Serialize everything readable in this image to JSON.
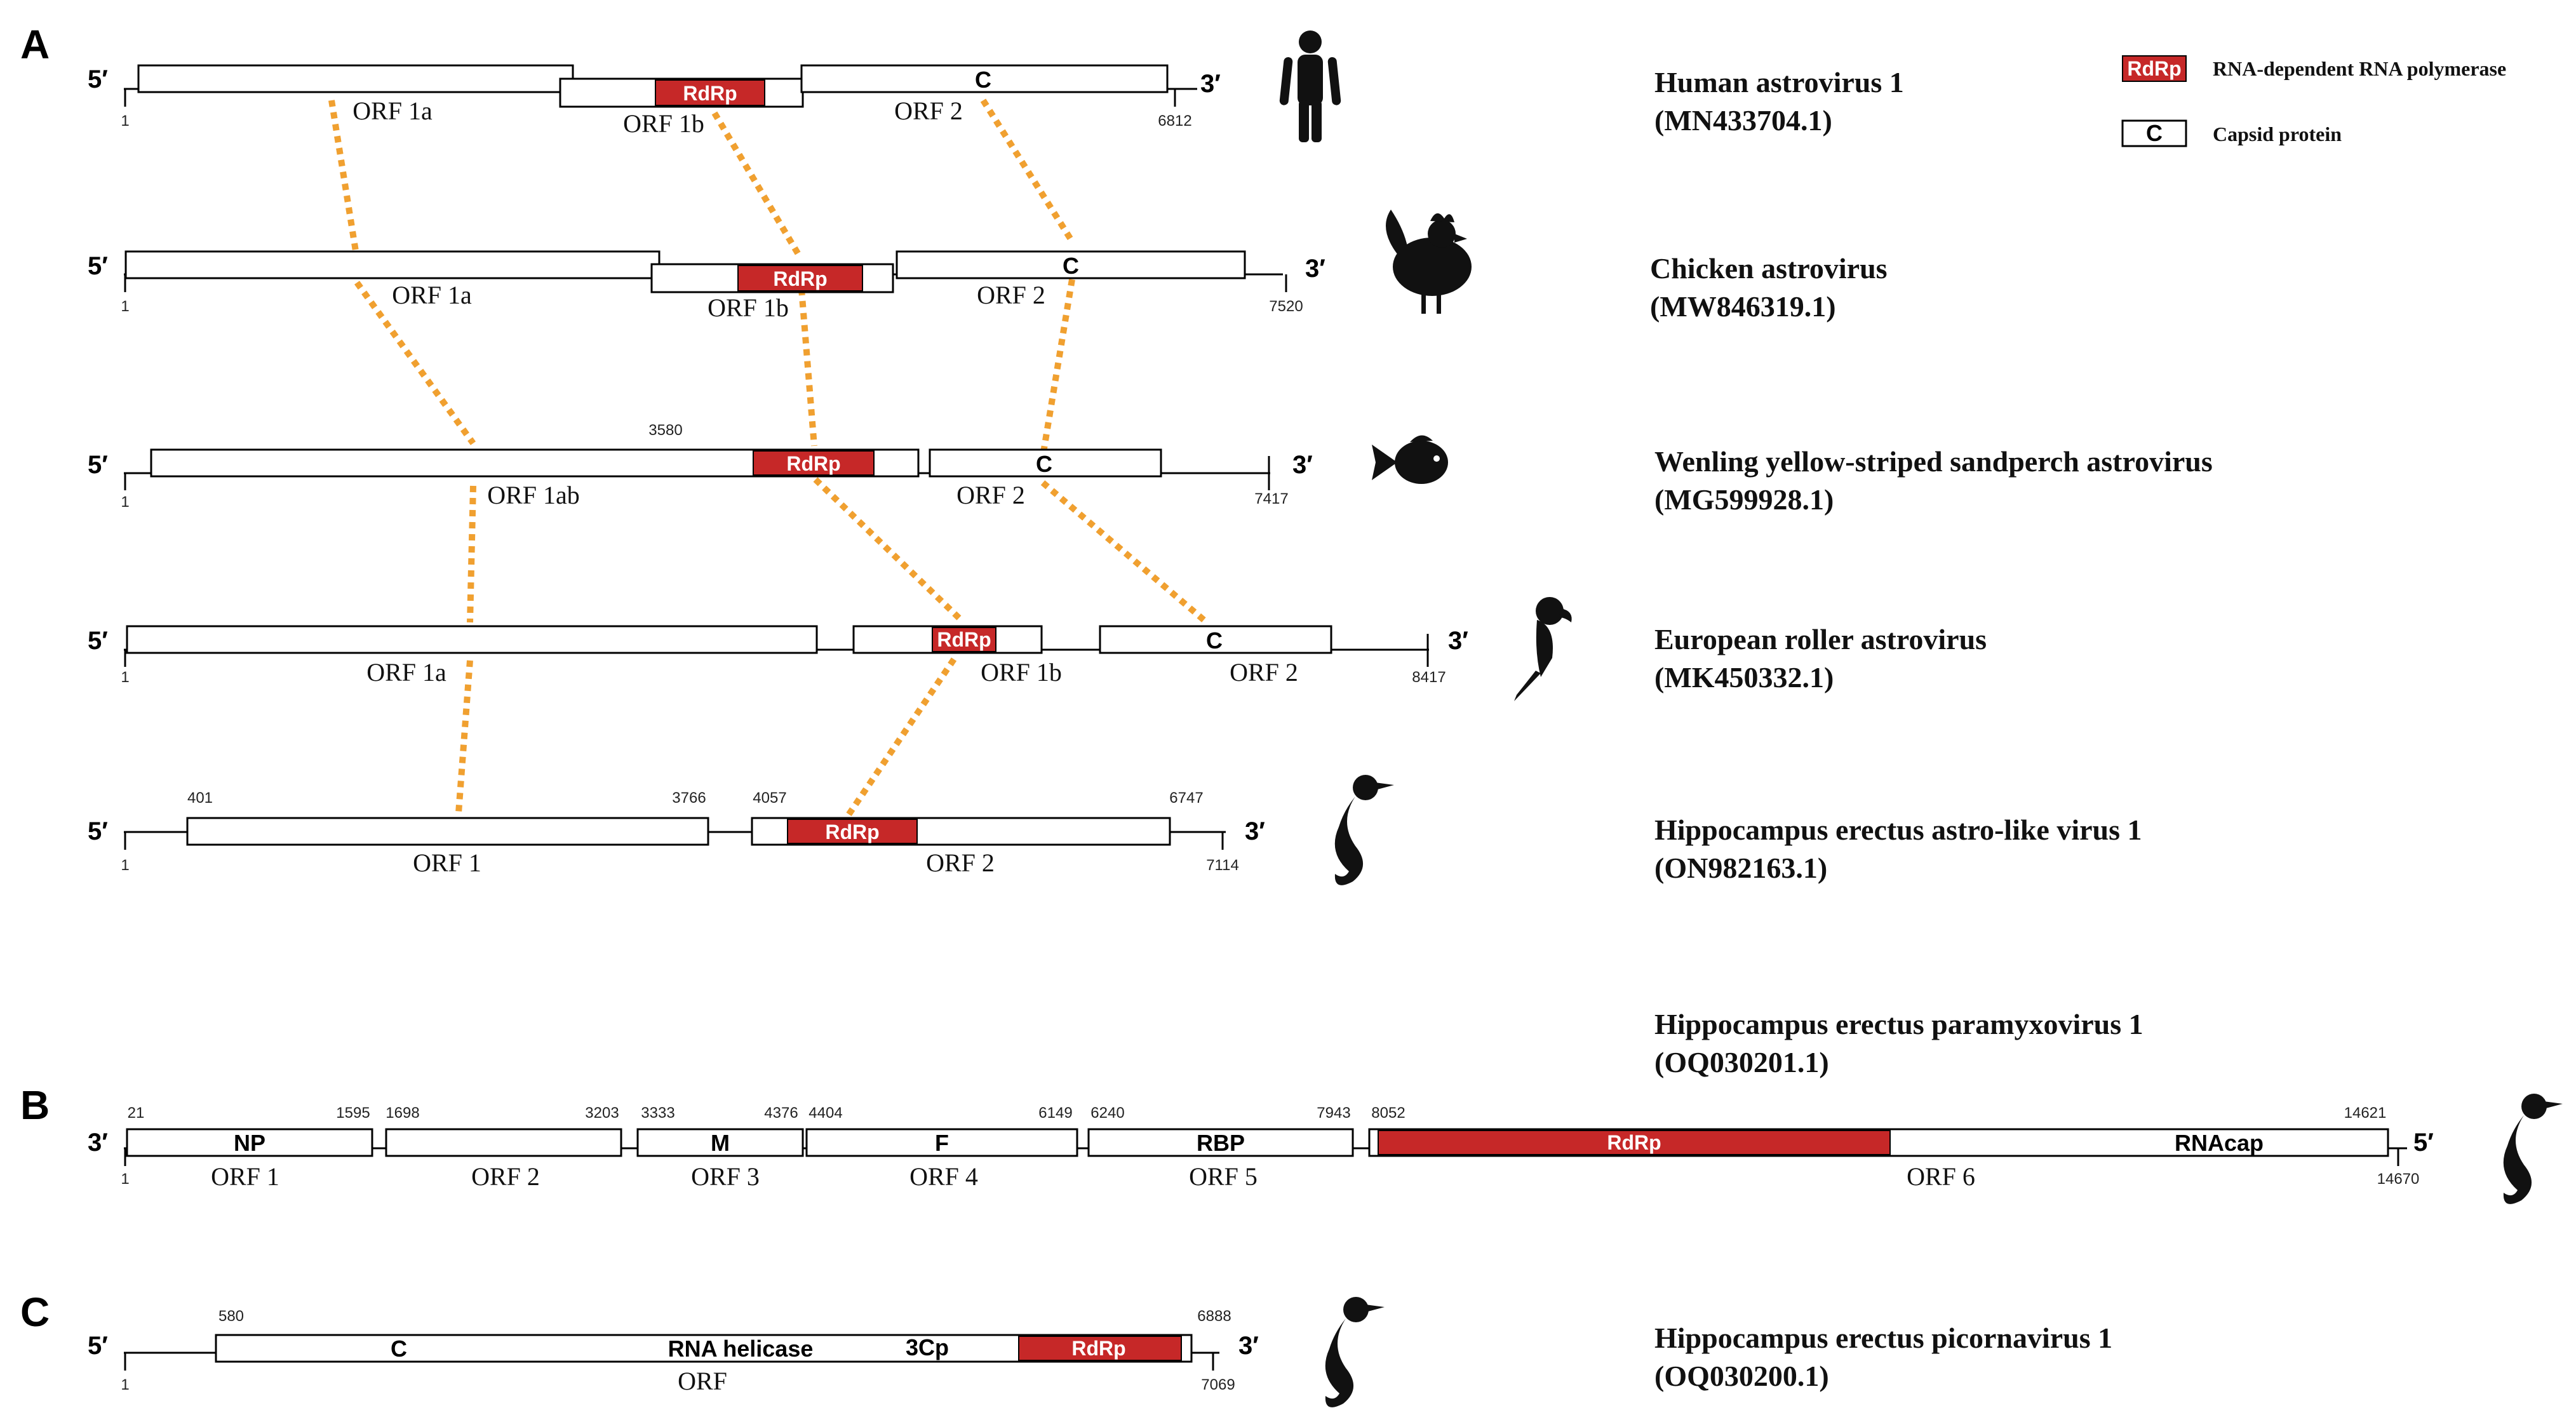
{
  "panels": {
    "a": "A",
    "b": "B",
    "c": "C"
  },
  "legend": {
    "rdrp_box_label": "RdRp",
    "rdrp_text": "RNA-dependent RNA polymerase",
    "capsid_box_label": "C",
    "capsid_text": "Capsid protein"
  },
  "icons": [
    "human-icon",
    "chicken-icon",
    "fish-icon",
    "parrot-icon",
    "seahorse-icon"
  ],
  "colors": {
    "rdrp": "#c62828",
    "link": "#f0a030"
  },
  "genomes": [
    {
      "id": "human",
      "name": "Human astrovirus 1",
      "accession": "(MN433704.1)",
      "end5": "5′",
      "end3": "3′",
      "start_label": "1",
      "end_label": "6812",
      "orf_labels": [
        "ORF 1a",
        "ORF 1b",
        "ORF 2"
      ],
      "domain_labels": {
        "rdrp": "RdRp",
        "capsid": "C"
      },
      "position_labels": []
    },
    {
      "id": "chicken",
      "name": "Chicken astrovirus",
      "accession": "(MW846319.1)",
      "end5": "5′",
      "end3": "3′",
      "start_label": "1",
      "end_label": "7520",
      "orf_labels": [
        "ORF 1a",
        "ORF 1b",
        "ORF 2"
      ],
      "domain_labels": {
        "rdrp": "RdRp",
        "capsid": "C"
      },
      "position_labels": []
    },
    {
      "id": "sandperch",
      "name": "Wenling yellow-striped sandperch astrovirus",
      "accession": "(MG599928.1)",
      "end5": "5′",
      "end3": "3′",
      "start_label": "1",
      "end_label": "7417",
      "orf_labels": [
        "ORF 1ab",
        "ORF 2"
      ],
      "domain_labels": {
        "rdrp": "RdRp",
        "capsid": "C"
      },
      "position_labels": [
        "3580"
      ]
    },
    {
      "id": "roller",
      "name": "European roller astrovirus",
      "accession": "(MK450332.1)",
      "end5": "5′",
      "end3": "3′",
      "start_label": "1",
      "end_label": "8417",
      "orf_labels": [
        "ORF 1a",
        "ORF 1b",
        "ORF 2"
      ],
      "domain_labels": {
        "rdrp": "RdRp",
        "capsid": "C"
      },
      "position_labels": []
    },
    {
      "id": "hippo-astro",
      "name": "Hippocampus erectus astro-like virus 1",
      "accession": "(ON982163.1)",
      "end5": "5′",
      "end3": "3′",
      "start_label": "1",
      "end_label": "7114",
      "orf_labels": [
        "ORF 1",
        "ORF 2"
      ],
      "domain_labels": {
        "rdrp": "RdRp"
      },
      "position_labels": [
        "401",
        "3766",
        "4057",
        "6747"
      ]
    }
  ],
  "paramyxo": {
    "name": "Hippocampus erectus paramyxovirus 1",
    "accession": "(OQ030201.1)",
    "end_left": "3′",
    "end_right": "5′",
    "start_label": "1",
    "end_label": "14670",
    "genes": [
      "NP",
      "",
      "M",
      "F",
      "RBP",
      "RNAcap"
    ],
    "rdrp_label": "RdRp",
    "orf_labels": [
      "ORF 1",
      "ORF 2",
      "ORF 3",
      "ORF 4",
      "ORF 5",
      "ORF 6"
    ],
    "position_labels": [
      "21",
      "1595",
      "1698",
      "3203",
      "3333",
      "4376",
      "4404",
      "6149",
      "6240",
      "7943",
      "8052",
      "14621"
    ]
  },
  "picorna": {
    "name": "Hippocampus erectus picornavirus 1",
    "accession": "(OQ030200.1)",
    "end5": "5′",
    "end3": "3′",
    "start_label": "1",
    "end_label": "7069",
    "orf_label": "ORF",
    "domain_labels": [
      "C",
      "RNA helicase",
      "3Cp",
      "RdRp"
    ],
    "position_labels": [
      "580",
      "6888"
    ]
  }
}
